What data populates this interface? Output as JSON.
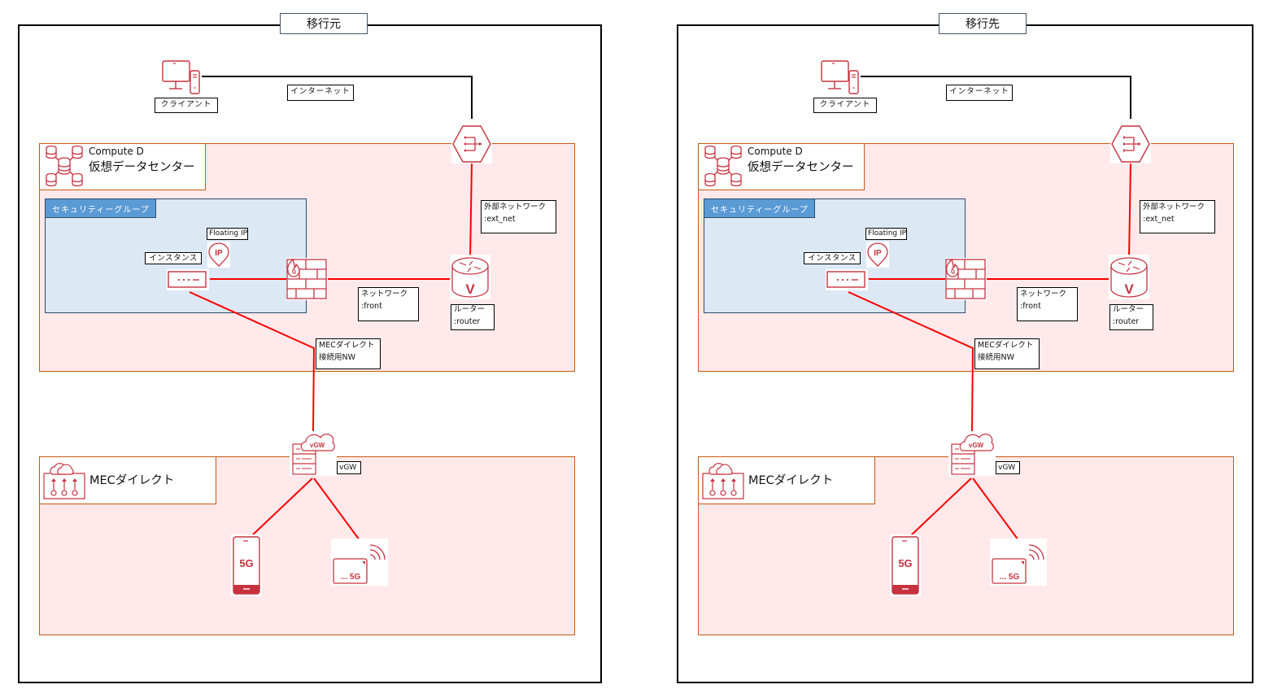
{
  "colors": {
    "frame": "#000000",
    "zone_fill": "#ffe9ea",
    "zone_border": "#c55a11",
    "security_group_fill": "#dde8f5",
    "security_group_tab": "#5b9bd5",
    "icon_red": "#c7323f",
    "network_line": "#ff0000",
    "internet_line": "#000000"
  },
  "panels": [
    {
      "title": "移行元",
      "client": {
        "label": "クライアント",
        "icon": "desktop-computer-icon"
      },
      "internet": {
        "label": "インターネット"
      },
      "internet_gateway": {
        "icon": "internet-gateway-hexagon-icon"
      },
      "datacenter": {
        "title_line1": "Compute D",
        "title_line2": "仮想データセンター",
        "icon": "datacenter-databases-icon"
      },
      "security_group": {
        "label": "セキュリティーグループ"
      },
      "floating_ip": {
        "label": "Floating IP",
        "icon_text": "IP"
      },
      "instance": {
        "label": "インスタンス",
        "icon": "instance-server-icon"
      },
      "firewall": {
        "icon": "firewall-icon"
      },
      "router": {
        "line1": "ルーター",
        "line2": ":router",
        "icon_text": "V"
      },
      "ext_net": {
        "line1": "外部ネットワーク",
        "line2": ":ext_net"
      },
      "front_net": {
        "line1": "ネットワーク",
        "line2": ":front"
      },
      "mec_nw": {
        "line1": "MECダイレクト",
        "line2": "接続用NW"
      },
      "mec_direct": {
        "title": "MECダイレクト",
        "icon": "mec-direct-cloud-icon"
      },
      "vgw": {
        "label": "vGW",
        "icon_text": "vGW"
      },
      "smartphone": {
        "icon_text": "5G"
      },
      "router_5g": {
        "icon_text": "... 5G"
      }
    },
    {
      "title": "移行先",
      "client": {
        "label": "クライアント",
        "icon": "desktop-computer-icon"
      },
      "internet": {
        "label": "インターネット"
      },
      "internet_gateway": {
        "icon": "internet-gateway-hexagon-icon"
      },
      "datacenter": {
        "title_line1": "Compute D",
        "title_line2": "仮想データセンター",
        "icon": "datacenter-databases-icon"
      },
      "security_group": {
        "label": "セキュリティーグループ"
      },
      "floating_ip": {
        "label": "Floating IP",
        "icon_text": "IP"
      },
      "instance": {
        "label": "インスタンス",
        "icon": "instance-server-icon"
      },
      "firewall": {
        "icon": "firewall-icon"
      },
      "router": {
        "line1": "ルーター",
        "line2": ":router",
        "icon_text": "V"
      },
      "ext_net": {
        "line1": "外部ネットワーク",
        "line2": ":ext_net"
      },
      "front_net": {
        "line1": "ネットワーク",
        "line2": ":front"
      },
      "mec_nw": {
        "line1": "MECダイレクト",
        "line2": "接続用NW"
      },
      "mec_direct": {
        "title": "MECダイレクト",
        "icon": "mec-direct-cloud-icon"
      },
      "vgw": {
        "label": "vGW",
        "icon_text": "vGW"
      },
      "smartphone": {
        "icon_text": "5G"
      },
      "router_5g": {
        "icon_text": "... 5G"
      }
    }
  ]
}
